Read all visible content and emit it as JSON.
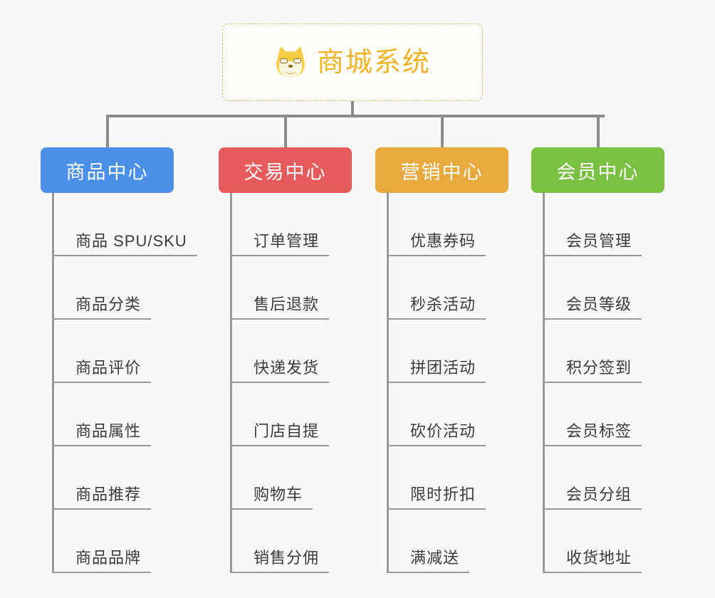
{
  "background_color": "#f8f8f8",
  "root": {
    "title": "商城系统",
    "icon": "shiba-inu-dog-face-emoji",
    "text_color": "#f0b429",
    "border_color": "#e8b96a",
    "background_color": "#fffefb"
  },
  "connector_color": "#8c8c8c",
  "branches": [
    {
      "label": "商品中心",
      "color": "#4a90e8",
      "items": [
        "商品 SPU/SKU",
        "商品分类",
        "商品评价",
        "商品属性",
        "商品推荐",
        "商品品牌"
      ]
    },
    {
      "label": "交易中心",
      "color": "#e55b5b",
      "items": [
        "订单管理",
        "售后退款",
        "快递发货",
        "门店自提",
        "购物车",
        "销售分佣"
      ]
    },
    {
      "label": "营销中心",
      "color": "#eaa93f",
      "items": [
        "优惠券码",
        "秒杀活动",
        "拼团活动",
        "砍价活动",
        "限时折扣",
        "满减送"
      ]
    },
    {
      "label": "会员中心",
      "color": "#7ac143",
      "items": [
        "会员管理",
        "会员等级",
        "积分签到",
        "会员标签",
        "会员分组",
        "收货地址"
      ]
    }
  ]
}
